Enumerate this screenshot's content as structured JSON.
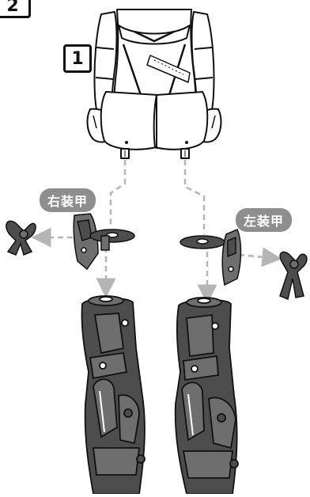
{
  "page": {
    "step_outer_number": "2",
    "step_inner_number": "1"
  },
  "labels": {
    "right_armor": "右装甲",
    "left_armor": "左装甲"
  },
  "colors": {
    "ink": "#111111",
    "body_white": "#ffffff",
    "armor_dark": "#4d4d4d",
    "armor_mid": "#6e6e6e",
    "arrow_gray": "#b5b5b5",
    "pill_gray": "#8e8e8e"
  }
}
